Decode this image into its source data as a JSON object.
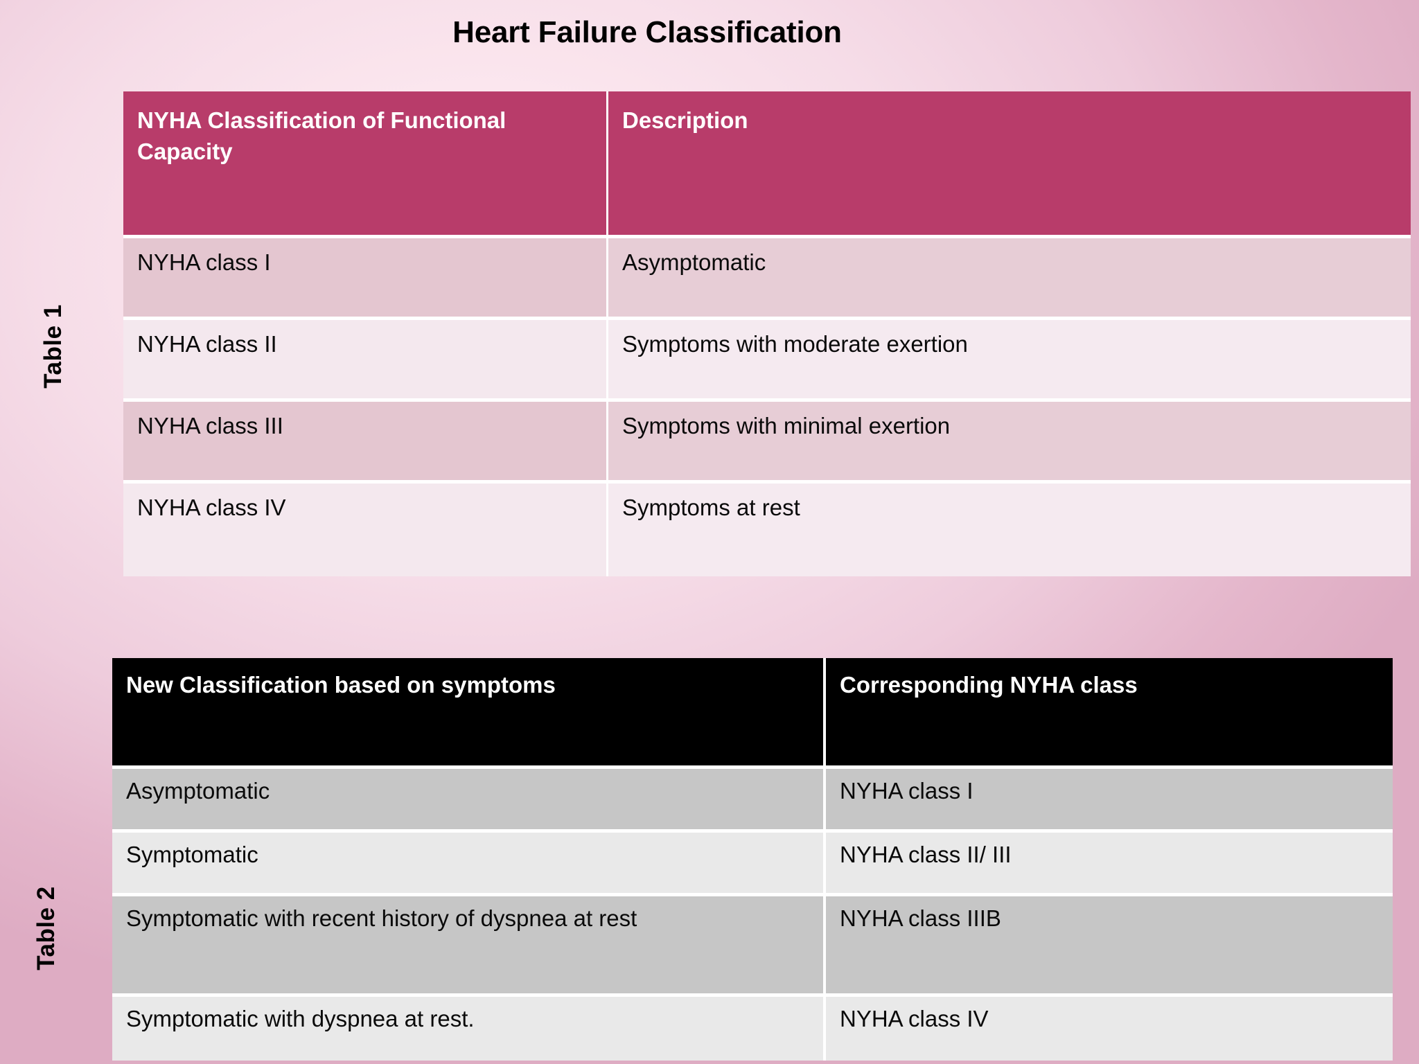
{
  "page": {
    "title": "Heart Failure Classification",
    "background_color": "#f6dde8",
    "accent_color": "#b83c6a"
  },
  "table1": {
    "side_label": "Table 1",
    "header_bg": "#b83c6a",
    "header_text_color": "#ffffff",
    "row_colors": [
      "#e4c6d0",
      "#f4e8ee"
    ],
    "columns": [
      "NYHA Classification of Functional Capacity",
      "Description"
    ],
    "rows": [
      {
        "classification": "NYHA class I",
        "description": "Asymptomatic"
      },
      {
        "classification": "NYHA class II",
        "description": "Symptoms with moderate exertion"
      },
      {
        "classification": "NYHA class III",
        "description": "Symptoms with minimal exertion"
      },
      {
        "classification": "NYHA class IV",
        "description": "Symptoms at rest"
      }
    ]
  },
  "table2": {
    "side_label": "Table 2",
    "header_bg": "#000000",
    "header_text_color": "#ffffff",
    "row_colors": [
      "#c6c6c6",
      "#e9e9e9"
    ],
    "columns": [
      "New Classification based on symptoms",
      "Corresponding NYHA class"
    ],
    "rows": [
      {
        "new_class": "Asymptomatic",
        "nyha_class": "NYHA class I"
      },
      {
        "new_class": "Symptomatic",
        "nyha_class": "NYHA class II/ III"
      },
      {
        "new_class": "Symptomatic with recent history of dyspnea at rest",
        "nyha_class": "NYHA class IIIB"
      },
      {
        "new_class": "Symptomatic with dyspnea at rest.",
        "nyha_class": "NYHA class IV"
      }
    ]
  }
}
